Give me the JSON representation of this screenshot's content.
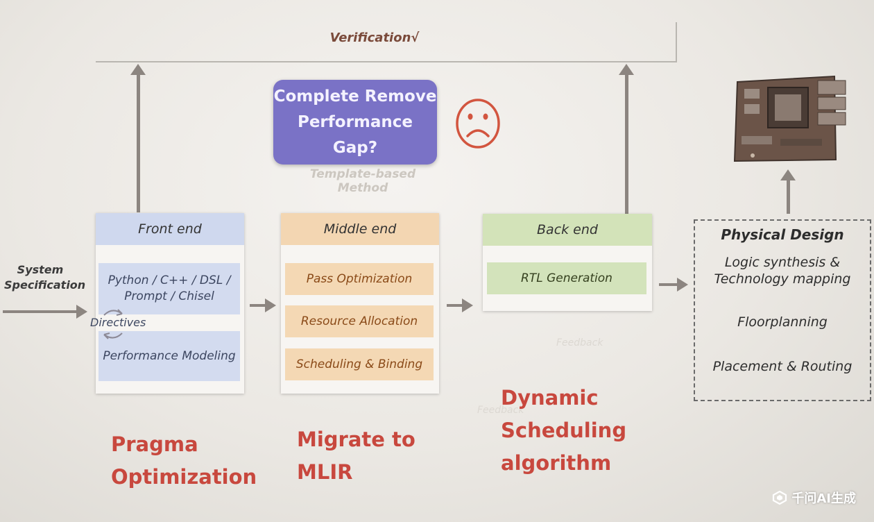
{
  "verification": {
    "label": "Verification√"
  },
  "gap_callout": {
    "line1": "Complete Remove",
    "line2": "Performance Gap?"
  },
  "template_method": {
    "label": "Template-based Method"
  },
  "system_spec": {
    "line1": "System",
    "line2": "Specification"
  },
  "front_end": {
    "title": "Front end",
    "languages_line1": "Python / C++ / DSL /",
    "languages_line2": "Prompt / Chisel",
    "directives": "Directives",
    "performance_modeling": "Performance Modeling"
  },
  "middle_end": {
    "title": "Middle end",
    "items": [
      "Pass Optimization",
      "Resource Allocation",
      "Scheduling & Binding"
    ]
  },
  "back_end": {
    "title": "Back end",
    "items": [
      "RTL Generation"
    ]
  },
  "physical_design": {
    "title": "Physical Design",
    "logic_line1": "Logic synthesis &",
    "logic_line2": "Technology mapping",
    "floorplanning": "Floorplanning",
    "placement": "Placement & Routing"
  },
  "feedback": {
    "label1": "Feedback",
    "label2": "Feedback"
  },
  "labels": {
    "pragma_line1": "Pragma",
    "pragma_line2": "Optimization",
    "mlir_line1": "Migrate to",
    "mlir_line2": "MLIR",
    "dynamic_line1": "Dynamic",
    "dynamic_line2": "Scheduling",
    "dynamic_line3": "algorithm"
  },
  "watermark": {
    "text": "千问AI生成"
  },
  "colors": {
    "accent_red": "#c8483e",
    "purple": "#7a72c6",
    "front_blue": "#cfd8ee",
    "middle_orange": "#f3d6b2",
    "back_green": "#d3e3b9"
  },
  "icons": [
    "sad-face-icon",
    "fpga-board-icon",
    "rotate-arrows-icon",
    "watermark-logo-icon"
  ]
}
